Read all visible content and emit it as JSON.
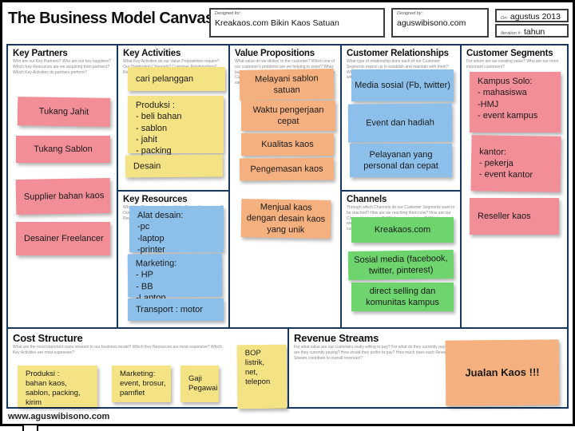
{
  "header": {
    "title": "The Business Model Canvas",
    "designed_for": {
      "label": "Designed for:",
      "value": "Kreakaos.com  Bikin Kaos Satuan"
    },
    "designed_by": {
      "label": "Designed by:",
      "value": "aguswibisono.com"
    },
    "date": {
      "label": "On:",
      "value": "agustus 2013"
    },
    "iteration": {
      "label": "Iteration #:",
      "value": "tahun"
    }
  },
  "sections": {
    "key_partners": {
      "title": "Key Partners",
      "hint": "Who are our Key Partners? Who are our key suppliers? Which Key Resources are we acquiring from partners? Which Key Activities do partners perform?",
      "notes": [
        "Tukang Jahit",
        "Tukang Sablon",
        "Supplier bahan kaos",
        "Desainer Freelancer"
      ]
    },
    "key_activities": {
      "title": "Key Activities",
      "hint": "What Key Activities do our Value Propositions require? Our Distribution Channels? Customer Relationships? Revenue streams?",
      "notes": [
        "cari pelanggan",
        "Produksi :\n- beli bahan\n- sablon\n- jahit\n- packing",
        "Desain"
      ]
    },
    "key_resources": {
      "title": "Key Resources",
      "hint": "What Key Resources do our Value Propositions require? Our Distribution Channels? Customer Relationships? Revenue Streams?",
      "notes": [
        "Alat desain:\n-pc\n-laptop\n-printer",
        "Marketing:\n- HP\n- BB\n-Laptop",
        "Transport : motor"
      ]
    },
    "value_propositions": {
      "title": "Value Propositions",
      "hint": "What value do we deliver to the customer? Which one of our customer's problems are we helping to solve? What bundles of products and services are we offering to each Customer Segment? Which customer needs are we satisfying?",
      "notes": [
        "Melayani sablon satuan",
        "Waktu pengerjaan cepat",
        "Kualitas kaos",
        "Pengemasan kaos",
        "Menjual kaos dengan desain kaos yang unik"
      ]
    },
    "customer_relationships": {
      "title": "Customer Relationships",
      "hint": "What type of relationship does each of our Customer Segments expect us to establish and maintain with them? Which ones have we established? How are they integrated with the rest of our business model? How costly are they?",
      "notes": [
        "Media sosial (Fb, twitter)",
        "Event dan hadiah",
        "Pelayanan yang personal dan cepat"
      ]
    },
    "channels": {
      "title": "Channels",
      "hint": "Through which Channels do our Customer Segments want to be reached? How are we reaching them now? How are our Channels integrated? Which ones work best? Which ones are most cost-efficient? How are we integrating them with customer routines?",
      "notes": [
        "Kreakaos.com",
        "Sosial media (facebook, twitter, pinterest)",
        "direct selling dan komunitas kampus"
      ]
    },
    "customer_segments": {
      "title": "Customer Segments",
      "hint": "For whom are we creating value? Who are our most important customers?",
      "notes": [
        "Kampus Solo:\n- mahasiswa\n-HMJ\n- event kampus",
        "kantor:\n- pekerja\n- event kantor",
        "Reseller kaos"
      ]
    },
    "cost_structure": {
      "title": "Cost Structure",
      "hint": "What are the most important costs inherent in our business model? Which Key Resources are most expensive? Which Key Activities are most expensive?",
      "notes": [
        "Produksi :\nbahan kaos,\nsablon, packing,\nkirim",
        "Marketing:\nevent, brosur,\npamflet",
        "Gaji\nPegawai",
        "BOP\nlistrik,\nnet,\ntelepon"
      ]
    },
    "revenue_streams": {
      "title": "Revenue Streams",
      "hint": "For what value are our customers really willing to pay? For what do they currently pay? How are they currently paying? How would they prefer to pay? How much does each Revenue Stream contribute to overall revenues?",
      "notes": [
        "Jualan Kaos !!!"
      ]
    }
  },
  "footer": {
    "url": "www.aguswibisono.com"
  },
  "colors": {
    "grid_border": "#17375E",
    "note_pink": "#F28E98",
    "note_yellow": "#F4E384",
    "note_blue": "#8CC0EA",
    "note_orange": "#F5B07F",
    "note_green": "#6ED46E"
  }
}
